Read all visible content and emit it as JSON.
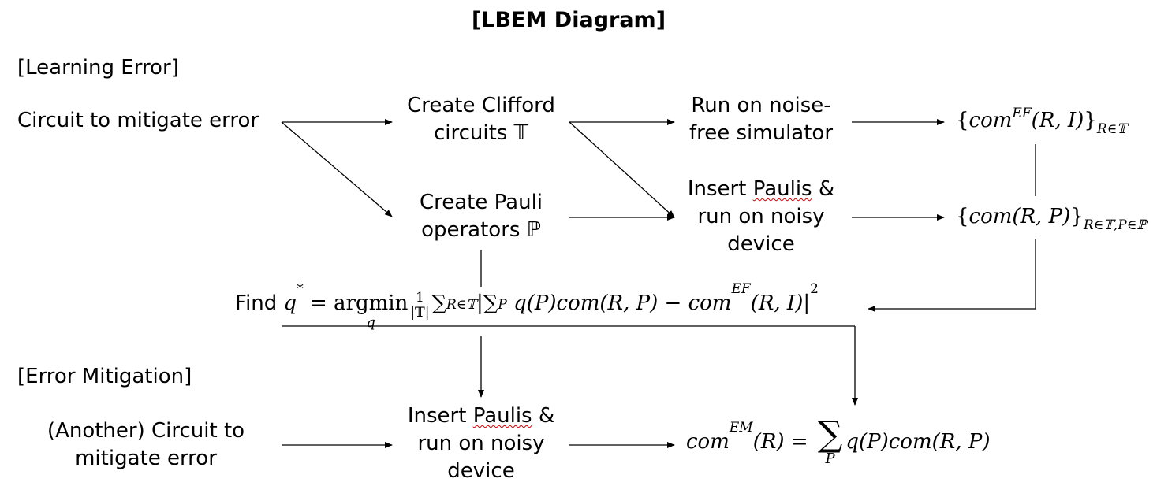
{
  "title": "[LBEM Diagram]",
  "sections": {
    "learning": "[Learning Error]",
    "mitigation": "[Error Mitigation]"
  },
  "nodes": {
    "circuit": "Circuit to mitigate error",
    "clifford_l1": "Create Clifford",
    "clifford_l2": "circuits 𝕋",
    "pauli_l1": "Create Pauli",
    "pauli_l2": "operators ℙ",
    "sim_l1": "Run on noise-",
    "sim_l2": "free simulator",
    "noisy_insert": "Insert ",
    "noisy_paulis": "Paulis",
    "noisy_amp": " &",
    "noisy_l2": "run on noisy",
    "noisy_l3": "device",
    "another_l1": "(Another) Circuit to",
    "another_l2": "mitigate error",
    "em_insert": "Insert ",
    "em_paulis": "Paulis",
    "em_amp": " &",
    "em_l2": "run on noisy",
    "em_l3": "device"
  },
  "math": {
    "com_ef_set": {
      "open": "{",
      "com": "com",
      "sup": "EF",
      "args": "(R, I)",
      "close": "}",
      "sub": "R∈𝕋"
    },
    "com_set": {
      "open": "{",
      "com": "com",
      "args": "(R, P)",
      "close": "}",
      "sub": "R∈𝕋,P∈ℙ"
    },
    "find": {
      "word": "Find ",
      "q": "q",
      "star": "*",
      "eq": " = ",
      "argmin": "argmin",
      "argmin_sub": "q",
      "frac_num": "1",
      "frac_den": "|𝕋|",
      "sum1": "∑",
      "sum1_sub": "R∈𝕋",
      "bar_open": "|∑",
      "sum2_sub": "P",
      "body": " q(P)com(R, P) − com",
      "sup": "EF",
      "tail": "(R, I)|",
      "sq": "2"
    },
    "result": {
      "com": "com",
      "sup": "EM",
      "lhs": "(R) = ",
      "sum": "∑",
      "sum_sub": "P",
      "rhs": "q(P)com(R, P)"
    }
  }
}
